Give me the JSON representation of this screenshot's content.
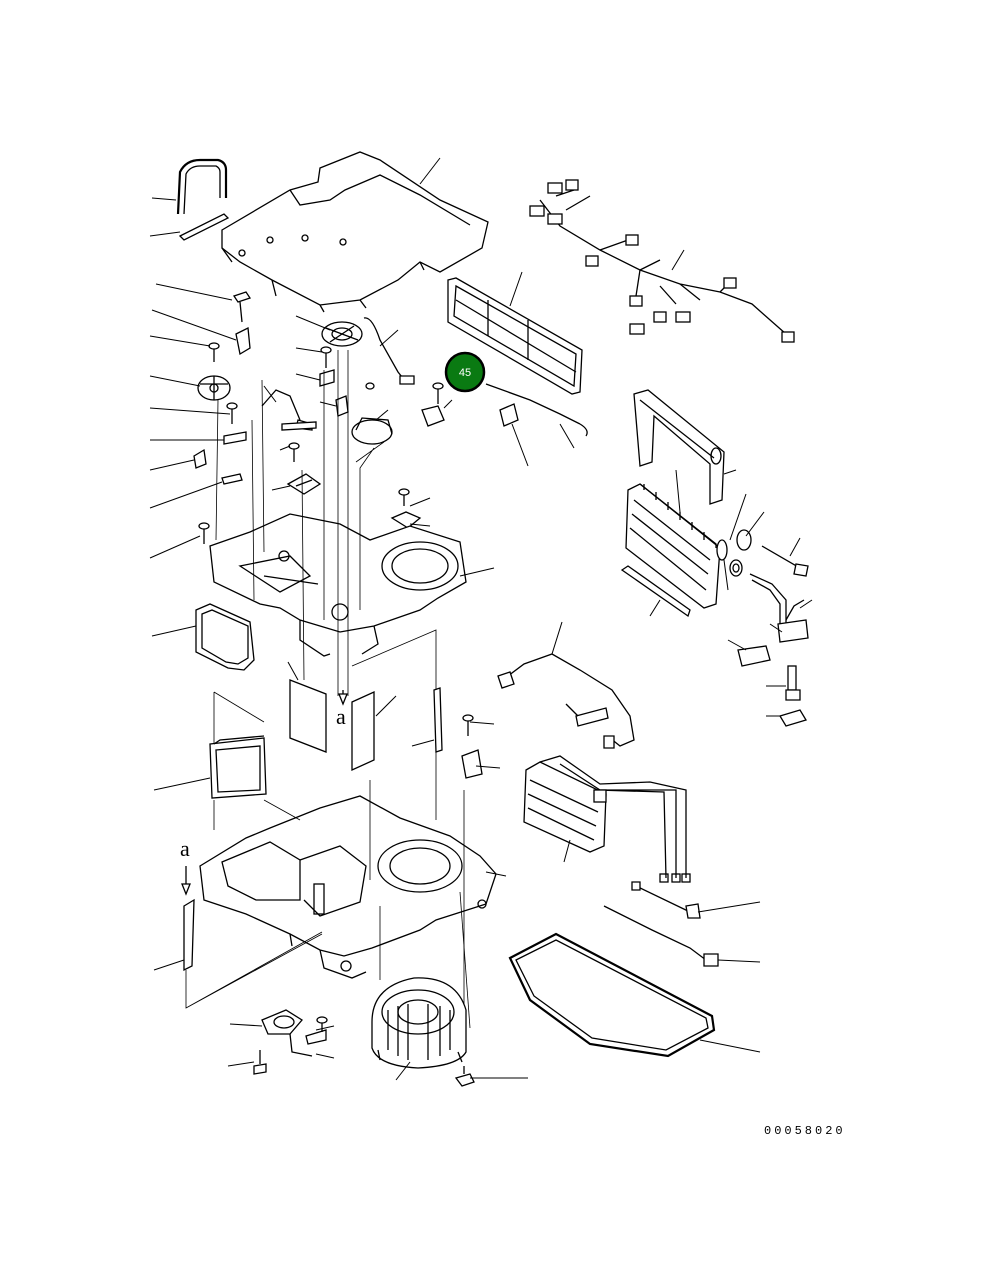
{
  "diagram": {
    "drawing_number": "00058020",
    "highlighted_callout": {
      "label": "45",
      "color": "#0a7a12"
    },
    "section_markers": [
      "a",
      "a"
    ]
  }
}
